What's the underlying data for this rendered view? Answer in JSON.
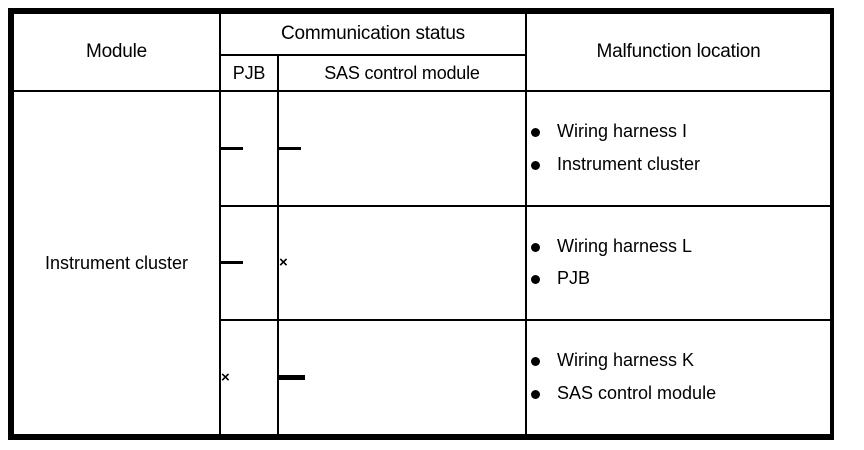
{
  "table": {
    "headers": {
      "module": "Module",
      "communication_status": "Communication status",
      "pjb": "PJB",
      "sas_control_module": "SAS control module",
      "malfunction_location": "Malfunction location"
    },
    "module_label": "Instrument cluster",
    "rows": [
      {
        "pjb_marker": "—",
        "pjb_marker_type": "dash",
        "sas_marker": "—",
        "sas_marker_type": "dash",
        "malfunction_items": [
          "Wiring harness I",
          "Instrument cluster"
        ]
      },
      {
        "pjb_marker": "—",
        "pjb_marker_type": "dash",
        "sas_marker": "×",
        "sas_marker_type": "cross",
        "malfunction_items": [
          "Wiring harness L",
          "PJB"
        ]
      },
      {
        "pjb_marker": "×",
        "pjb_marker_type": "cross",
        "sas_marker": "—",
        "sas_marker_type": "dash-thick",
        "malfunction_items": [
          "Wiring harness K",
          "SAS control module"
        ]
      }
    ]
  },
  "colors": {
    "border": "#000000",
    "text": "#000000",
    "background": "#ffffff"
  }
}
